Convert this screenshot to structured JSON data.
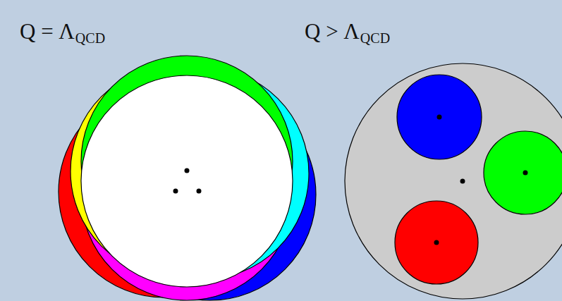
{
  "diagram": {
    "labels": [
      "Q = Λ",
      "QCD",
      "Q > Λ",
      "QCD"
    ]
  }
}
